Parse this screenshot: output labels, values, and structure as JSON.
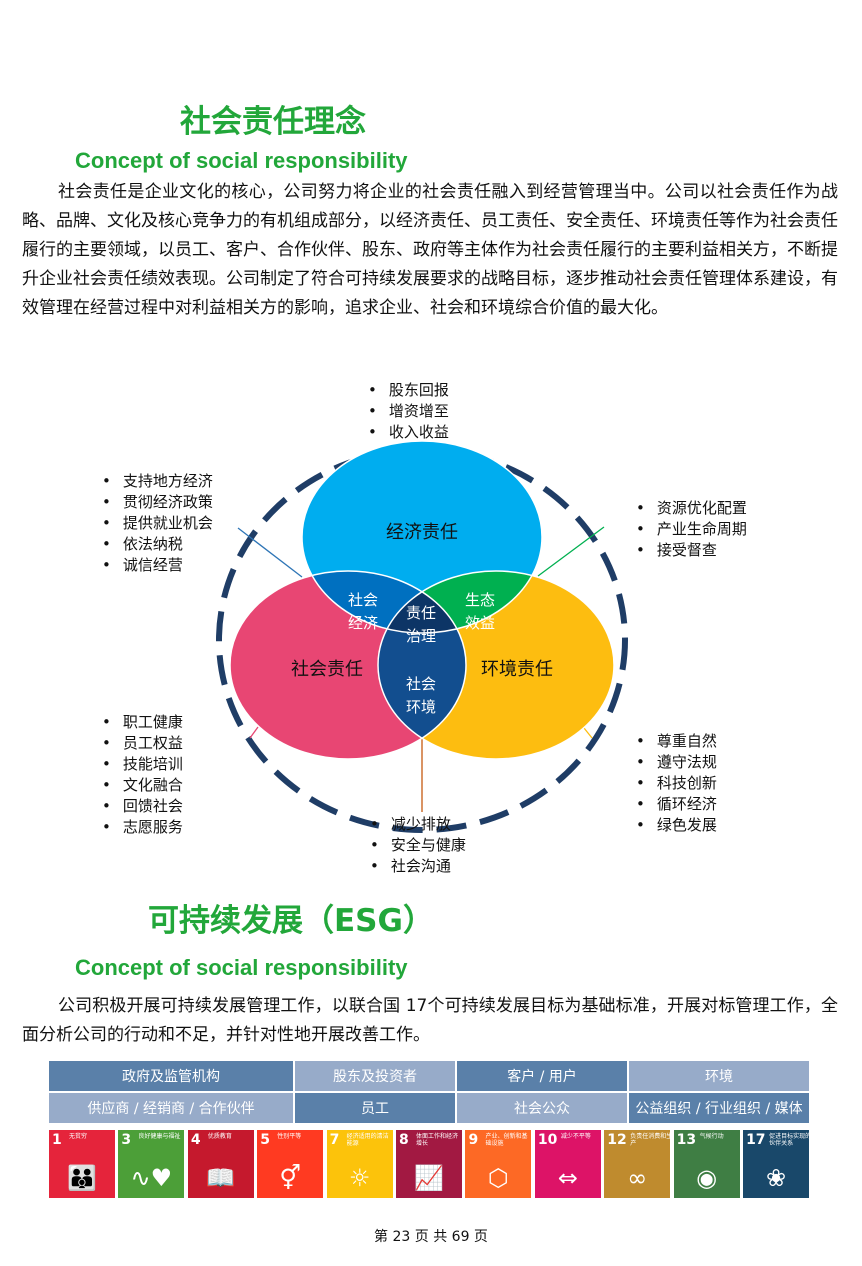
{
  "section1": {
    "title": "社会责任理念",
    "subtitle": "Concept of social responsibility",
    "body": "社会责任是企业文化的核心，公司努力将企业的社会责任融入到经营管理当中。公司以社会责任作为战略、品牌、文化及核心竞争力的有机组成部分，以经济责任、员工责任、安全责任、环境责任等作为社会责任履行的主要领域，以员工、客户、合作伙伴、股东、政府等主体作为社会责任履行的主要利益相关方，不断提升企业社会责任绩效表现。公司制定了符合可持续发展要求的战略目标，逐步推动社会责任管理体系建设，有效管理在经营过程中对利益相关方的影响，追求企业、社会和环境综合价值的最大化。"
  },
  "diagram": {
    "circles": {
      "economic": "经济责任",
      "social": "社会责任",
      "environment": "环境责任"
    },
    "overlaps": {
      "social_economic": [
        "社会",
        "经济"
      ],
      "eco_benefit": [
        "生态",
        "效益"
      ],
      "governance": [
        "责任",
        "治理"
      ],
      "social_env": [
        "社会",
        "环境"
      ]
    },
    "colors": {
      "economic": "#00adef",
      "social": "#e84673",
      "environment": "#fdbd10",
      "social_economic": "#0070c0",
      "eco_benefit": "#00b050",
      "governance": "#0d3566",
      "social_env": "#124e8f",
      "ring": "#1f3d66"
    },
    "lists": {
      "top": [
        "股东回报",
        "增资增至",
        "收入收益"
      ],
      "left_top": [
        "支持地方经济",
        "贯彻经济政策",
        "提供就业机会",
        "依法纳税",
        "诚信经营"
      ],
      "right_top": [
        "资源优化配置",
        "产业生命周期",
        "接受督查"
      ],
      "left_bottom": [
        "职工健康",
        "员工权益",
        "技能培训",
        "文化融合",
        "回馈社会",
        "志愿服务"
      ],
      "right_bottom": [
        "尊重自然",
        "遵守法规",
        "科技创新",
        "循环经济",
        "绿色发展"
      ],
      "bottom": [
        "减少排放",
        "安全与健康",
        "社会沟通"
      ]
    }
  },
  "section2": {
    "title": "可持续发展（ESG）",
    "subtitle": "Concept of social responsibility",
    "body": "公司积极开展可持续发展管理工作，以联合国 17个可持续发展目标为基础标准，开展对标管理工作，全面分析公司的行动和不足，并针对性地开展改善工作。"
  },
  "stakeholders": [
    [
      "政府及监管机构",
      "股东及投资者",
      "客户 / 用户",
      "环境"
    ],
    [
      "供应商 / 经销商 / 合作伙伴",
      "员工",
      "社会公众",
      "公益组织 / 行业组织 / 媒体"
    ]
  ],
  "sdgs": [
    {
      "n": "1",
      "t": "无贫穷",
      "color": "#e5243b",
      "icon": "family-icon"
    },
    {
      "n": "3",
      "t": "良好健康与福祉",
      "color": "#4c9f38",
      "icon": "heartbeat-icon"
    },
    {
      "n": "4",
      "t": "优质教育",
      "color": "#c5192d",
      "icon": "book-icon"
    },
    {
      "n": "5",
      "t": "性别平等",
      "color": "#ff3a21",
      "icon": "gender-icon"
    },
    {
      "n": "7",
      "t": "经济适用的清洁能源",
      "color": "#fcc30b",
      "icon": "sun-power-icon"
    },
    {
      "n": "8",
      "t": "体面工作和经济增长",
      "color": "#a21942",
      "icon": "growth-chart-icon"
    },
    {
      "n": "9",
      "t": "产业、创新和基础设施",
      "color": "#fd6925",
      "icon": "cubes-icon"
    },
    {
      "n": "10",
      "t": "减少不平等",
      "color": "#dd1367",
      "icon": "arrows-equal-icon"
    },
    {
      "n": "12",
      "t": "负责任消费和生产",
      "color": "#bf8b2e",
      "icon": "infinity-icon"
    },
    {
      "n": "13",
      "t": "气候行动",
      "color": "#3f7e44",
      "icon": "eye-globe-icon"
    },
    {
      "n": "17",
      "t": "促进目标实现的伙伴关系",
      "color": "#19486a",
      "icon": "rings-icon"
    }
  ],
  "footer": "第 23 页 共 69 页"
}
